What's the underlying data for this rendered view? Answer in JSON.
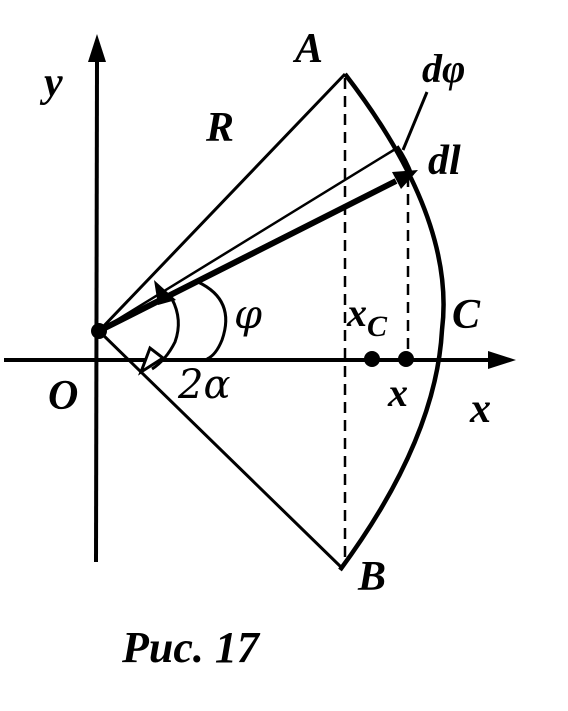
{
  "labels": {
    "y_axis": "y",
    "x_axis": "x",
    "origin": "O",
    "point_a": "A",
    "point_b": "B",
    "point_c": "C",
    "radius": "R",
    "d_phi": "dφ",
    "d_l": "dl",
    "phi": "φ",
    "two_alpha": "2α",
    "x_c_main": "x",
    "x_c_sub": "C",
    "x_point": "x"
  },
  "caption": "Рис. 17",
  "colors": {
    "ink": "#000000",
    "background": "#ffffff"
  }
}
